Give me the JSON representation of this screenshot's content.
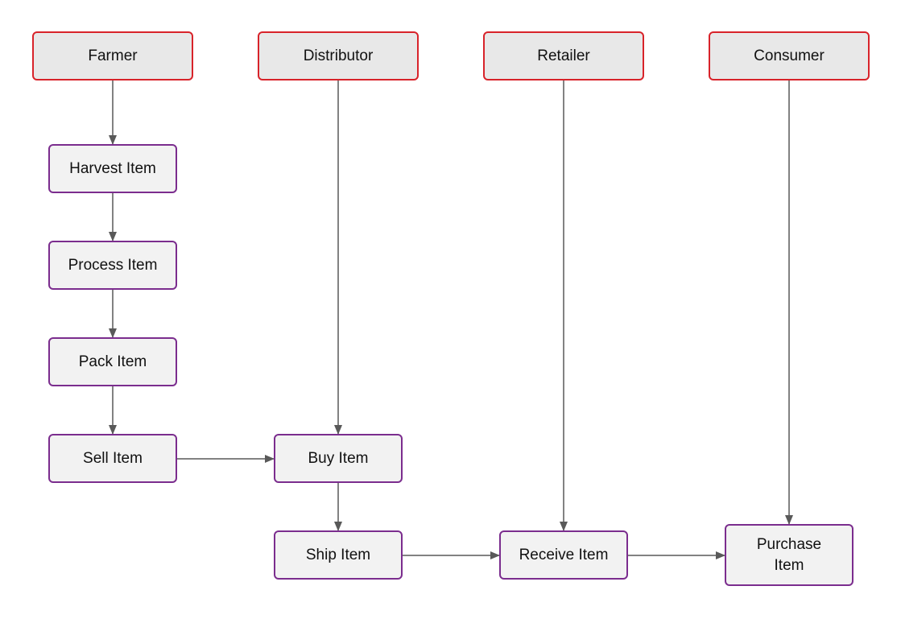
{
  "actors": [
    {
      "id": "farmer",
      "label": "Farmer"
    },
    {
      "id": "distributor",
      "label": "Distributor"
    },
    {
      "id": "retailer",
      "label": "Retailer"
    },
    {
      "id": "consumer",
      "label": "Consumer"
    }
  ],
  "steps": [
    {
      "id": "harvest",
      "label": "Harvest Item",
      "actor": "farmer"
    },
    {
      "id": "process",
      "label": "Process Item",
      "actor": "farmer"
    },
    {
      "id": "pack",
      "label": "Pack Item",
      "actor": "farmer"
    },
    {
      "id": "sell",
      "label": "Sell Item",
      "actor": "farmer"
    },
    {
      "id": "buy",
      "label": "Buy Item",
      "actor": "distributor"
    },
    {
      "id": "ship",
      "label": "Ship Item",
      "actor": "distributor"
    },
    {
      "id": "receive",
      "label": "Receive Item",
      "actor": "retailer"
    },
    {
      "id": "purchase",
      "label": "Purchase Item",
      "actor": "consumer"
    }
  ],
  "edges": [
    {
      "from": "farmer",
      "to": "harvest"
    },
    {
      "from": "harvest",
      "to": "process"
    },
    {
      "from": "process",
      "to": "pack"
    },
    {
      "from": "pack",
      "to": "sell"
    },
    {
      "from": "sell",
      "to": "buy"
    },
    {
      "from": "distributor",
      "to": "buy"
    },
    {
      "from": "buy",
      "to": "ship"
    },
    {
      "from": "ship",
      "to": "receive"
    },
    {
      "from": "retailer",
      "to": "receive"
    },
    {
      "from": "receive",
      "to": "purchase"
    },
    {
      "from": "consumer",
      "to": "purchase"
    }
  ],
  "colors": {
    "actor_border": "#d8232a",
    "step_border": "#7b2d8e",
    "arrow": "#595959"
  }
}
